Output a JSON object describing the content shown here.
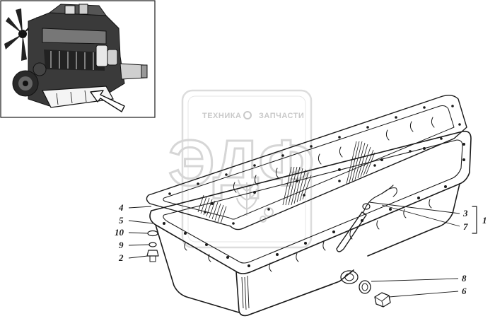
{
  "watermark": {
    "brand_left": "ТЕХНИКА",
    "brand_right": "ЗАПЧАСТИ",
    "logo_letters": "ЭДФ"
  },
  "inset": {
    "subject_icon": "engine-illustration",
    "pointer_icon": "pointer-arrow-icon"
  },
  "callouts": [
    {
      "id": "4",
      "side": "left"
    },
    {
      "id": "5",
      "side": "left"
    },
    {
      "id": "10",
      "side": "left"
    },
    {
      "id": "9",
      "side": "left"
    },
    {
      "id": "2",
      "side": "left"
    },
    {
      "id": "3",
      "side": "right"
    },
    {
      "id": "7",
      "side": "right"
    },
    {
      "id": "8",
      "side": "right"
    },
    {
      "id": "6",
      "side": "right"
    }
  ],
  "group_label": "1",
  "colors": {
    "ink": "#1a1a1a",
    "watermark": "#d0d0d0",
    "background": "#ffffff"
  }
}
